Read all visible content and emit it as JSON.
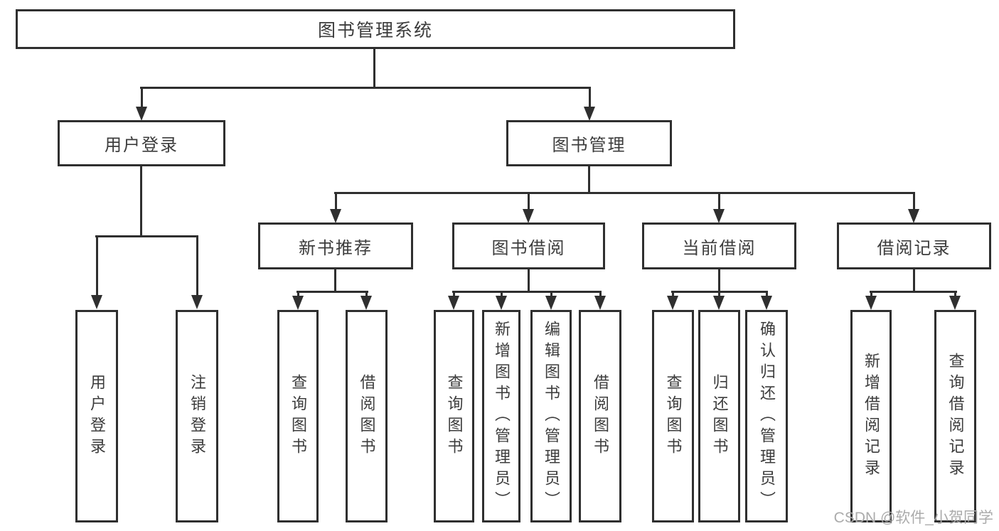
{
  "root": {
    "label": "图书管理系统"
  },
  "user_login": {
    "label": "用户登录",
    "children": [
      {
        "label": "用户登录"
      },
      {
        "label": "注销登录"
      }
    ]
  },
  "book_mgmt": {
    "label": "图书管理",
    "groups": [
      {
        "label": "新书推荐",
        "children": [
          {
            "label": "查询图书"
          },
          {
            "label": "借阅图书"
          }
        ]
      },
      {
        "label": "图书借阅",
        "children": [
          {
            "label": "查询图书"
          },
          {
            "label": "新增图书（管理员）"
          },
          {
            "label": "编辑图书（管理员）"
          },
          {
            "label": "借阅图书"
          }
        ]
      },
      {
        "label": "当前借阅",
        "children": [
          {
            "label": "查询图书"
          },
          {
            "label": "归还图书"
          },
          {
            "label": "确认归还（管理员）"
          }
        ]
      },
      {
        "label": "借阅记录",
        "children": [
          {
            "label": "新增借阅记录"
          },
          {
            "label": "查询借阅记录"
          }
        ]
      }
    ]
  },
  "watermark": "CSDN @软件_小贺同学",
  "colors": {
    "line": "#2f2f2f",
    "text": "#3c3c3c",
    "background": "#ffffff",
    "watermark": "#ababab"
  }
}
